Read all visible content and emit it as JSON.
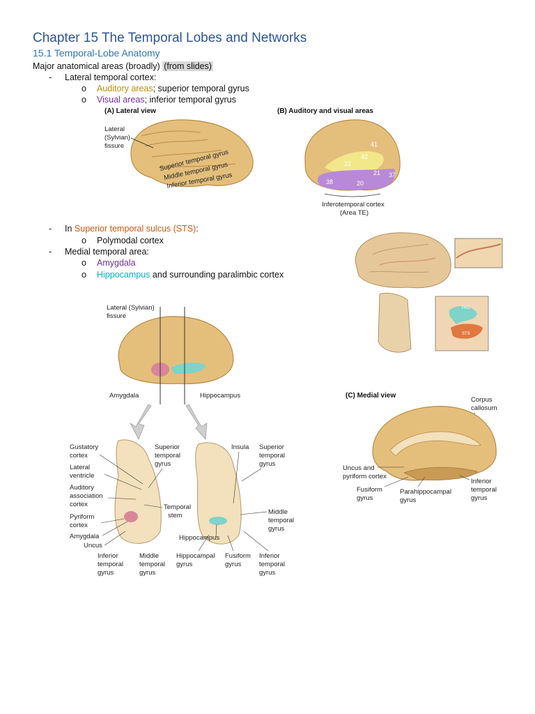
{
  "header": {
    "chapter_title": "Chapter 15 The Temporal Lobes and Networks",
    "section_title": "15.1 Temporal-Lobe Anatomy"
  },
  "intro": {
    "text": "Major anatomical areas (broadly)",
    "highlight": "(from slides)"
  },
  "outline": {
    "lateral": {
      "dash": "-",
      "label": "Lateral temporal cortex:",
      "items": [
        {
          "bullet": "o",
          "term": "Auditory areas",
          "term_color": "#bf8f00",
          "rest": "; superior temporal gyrus"
        },
        {
          "bullet": "o",
          "term": "Visual areas",
          "term_color": "#7030a0",
          "rest": "; inferior temporal gyrus"
        }
      ]
    },
    "sts": {
      "dash": "-",
      "prefix": "In ",
      "term": "Superior temporal sulcus (STS)",
      "term_color": "#c55a11",
      "suffix": ":",
      "items": [
        {
          "bullet": "o",
          "text": "Polymodal cortex"
        }
      ]
    },
    "medial": {
      "dash": "-",
      "label": "Medial temporal area:",
      "items": [
        {
          "bullet": "o",
          "term": "Amygdala",
          "term_color": "#7030a0",
          "rest": ""
        },
        {
          "bullet": "o",
          "term": "Hippocampus",
          "term_color": "#00b0c0",
          "rest": " and surrounding paralimbic cortex"
        }
      ]
    }
  },
  "figure_a": {
    "title": "(A) Lateral view",
    "fissure_label": [
      "Lateral",
      "(Sylvian)",
      "fissure"
    ],
    "gyri": [
      "Superior temporal gyrus",
      "Middle temporal gyrus",
      "Inferior temporal gyrus"
    ]
  },
  "figure_b": {
    "title": "(B) Auditory and visual areas",
    "areas": [
      "41",
      "42",
      "22",
      "21",
      "37",
      "38",
      "20"
    ],
    "caption": [
      "Inferotemporal cortex",
      "(Area TE)"
    ]
  },
  "figure_sts": {
    "labels": [
      "PAC",
      "STS"
    ]
  },
  "figure_medial_lower": {
    "top_labels": {
      "fissure": [
        "Lateral (Sylvian)",
        "fissure"
      ],
      "amygdala": "Amygdala",
      "hippocampus": "Hippocampus"
    },
    "left_section_labels": [
      "Gustatory",
      "cortex",
      "Lateral",
      "ventricle",
      "Auditory",
      "association",
      "cortex",
      "Pyriform",
      "cortex",
      "Amygdala",
      "Uncus"
    ],
    "left_top": [
      "Superior",
      "temporal",
      "gyrus"
    ],
    "temporal_stem": [
      "Temporal",
      "stem"
    ],
    "bottom_left": [
      [
        "Inferior",
        "temporal",
        "gyrus"
      ],
      [
        "Middle",
        "temporal",
        "gyrus"
      ]
    ],
    "right_top": {
      "insula": "Insula",
      "superior": [
        "Superior",
        "temporal",
        "gyrus"
      ]
    },
    "right_mid": [
      "Middle",
      "temporal",
      "gyrus"
    ],
    "hippocampus": "Hippocampus",
    "bottom_right": [
      [
        "Hippocampal",
        "gyrus"
      ],
      [
        "Fusiform",
        "gyrus"
      ],
      [
        "Inferior",
        "temporal",
        "gyrus"
      ]
    ]
  },
  "figure_c": {
    "title": "(C) Medial view",
    "labels": {
      "corpus": [
        "Corpus",
        "callosum"
      ],
      "uncus": [
        "Uncus and",
        "pyriform cortex"
      ],
      "fusiform": [
        "Fusiform",
        "gyrus"
      ],
      "parahippocampal": [
        "Parahippocampal",
        "gyrus"
      ],
      "inferior": [
        "Inferior",
        "temporal",
        "gyrus"
      ]
    }
  },
  "colors": {
    "brain": "#e4bf7c",
    "brain_dark": "#c89a55",
    "section": "#f3e0bc",
    "yellow_area": "#f2e88a",
    "purple_area": "#b889d6",
    "amygdala": "#d9869a",
    "hippocampus": "#7fd3c9"
  }
}
